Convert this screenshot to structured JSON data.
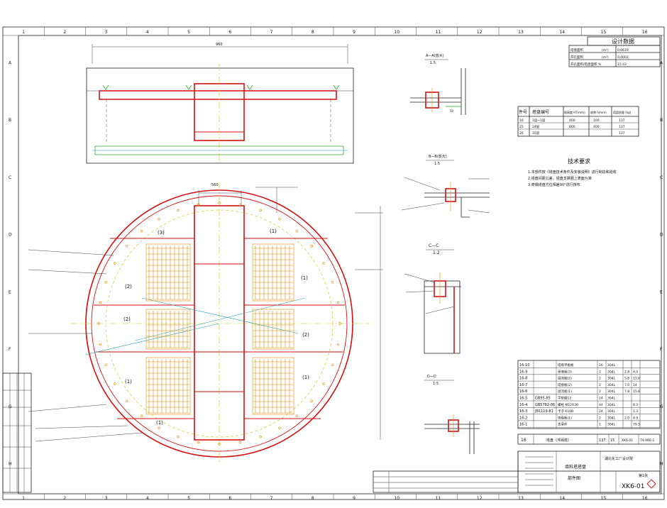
{
  "border_columns": [
    "1",
    "2",
    "3",
    "4",
    "5",
    "6",
    "7",
    "8",
    "9",
    "10",
    "11",
    "12",
    "13",
    "14",
    "15",
    "16"
  ],
  "border_rows": [
    "A",
    "B",
    "C",
    "D",
    "E",
    "F",
    "G",
    "H"
  ],
  "plan_dim_top": "960",
  "plan_dim_center": "560",
  "section_views": [
    {
      "title": "A—A(放大)",
      "scale": "1:5"
    },
    {
      "title": "B—B(放大)",
      "scale": "1:5"
    },
    {
      "title": "C—C",
      "scale": "1:2"
    },
    {
      "title": "D—D",
      "scale": "1:5"
    }
  ],
  "design_data": {
    "title": "设计数据",
    "rows": [
      {
        "label": "塔盘面积",
        "unit": "(m²)",
        "value": "0.0619"
      },
      {
        "label": "开孔面积",
        "unit": "(m²)",
        "value": "0.0002"
      },
      {
        "label": "开孔面积/塔盘面积 %",
        "unit": "",
        "value": "15.43"
      }
    ]
  },
  "tray_table": {
    "headers": [
      "件号",
      "塔盘编号",
      "堰高度 HT(mm)",
      "底隙 h(mm)",
      "塔盘质量 (kg)"
    ],
    "rows": [
      [
        "16",
        "1层~1层",
        "400",
        "100",
        "137"
      ],
      [
        "25",
        "24层",
        "800",
        "400",
        "137"
      ],
      [
        "26",
        "35层",
        "",
        "",
        "137"
      ]
    ]
  },
  "tech_req": {
    "title": "技术要求",
    "items": [
      "1.本部件按《塔盘技术条件及安装说明》进行制造和验收",
      "2.塔盘间距公差，塔盘支撑圈上表面为准",
      "3.奇偶塔盘方位相差90°进行排布"
    ]
  },
  "tray_labels": [
    "(1)",
    "(2)",
    "(3)"
  ],
  "bom": {
    "rows": [
      {
        "no": "16-10",
        "code": "",
        "name": "塔盘平板板",
        "qty": "20",
        "mat": "304L",
        "w1": "",
        "w2": ""
      },
      {
        "no": "16-9",
        "code": "",
        "name": "受液板(3)",
        "qty": "2",
        "mat": "304L",
        "w1": "2.8",
        "w2": "4.0"
      },
      {
        "no": "16-8",
        "code": "",
        "name": "溢流板(2)",
        "qty": "2",
        "mat": "304L",
        "w1": "5.8",
        "w2": "11.6"
      },
      {
        "no": "16-7",
        "code": "",
        "name": "塔盘板(2)",
        "qty": "2",
        "mat": "304L",
        "w1": "7.0",
        "w2": "14"
      },
      {
        "no": "16-6",
        "code": "",
        "name": "溢流板(1)",
        "qty": "2",
        "mat": "304L",
        "w1": "7.8",
        "w2": "15.6"
      },
      {
        "no": "16-5",
        "code": "GB95-85",
        "name": "平垫圈12",
        "qty": "24",
        "mat": "304L",
        "w1": "",
        "w2": ""
      },
      {
        "no": "16-4",
        "code": "GB5782-86",
        "name": "螺栓 M12X30",
        "qty": "44",
        "mat": "304L",
        "w1": "",
        "w2": "8.3"
      },
      {
        "no": "16-3",
        "code": "JB1119-81",
        "name": "卡子 K10B",
        "qty": "24",
        "mat": "304L",
        "w1": "",
        "w2": "1.3"
      },
      {
        "no": "16-2",
        "code": "",
        "name": "塔盘板(1)",
        "qty": "2",
        "mat": "304L",
        "w1": "2.0",
        "w2": "4.0"
      },
      {
        "no": "16-1",
        "code": "",
        "name": "支承件",
        "qty": "1",
        "mat": "304L",
        "w1": "",
        "w2": "79.5"
      }
    ],
    "summary": {
      "no": "16",
      "name": "塔盘（浮阀塔）",
      "qty": "137",
      "dwg": "XK6-01",
      "sheet": "T4-XK6-1",
      "mass": "15"
    }
  },
  "title_block": {
    "company": "湖北化工厂设计院",
    "name_line1": "填料塔塔盘",
    "name_line2": "部件图",
    "sheet": "第1张",
    "drawing_no": "XK6-01"
  }
}
